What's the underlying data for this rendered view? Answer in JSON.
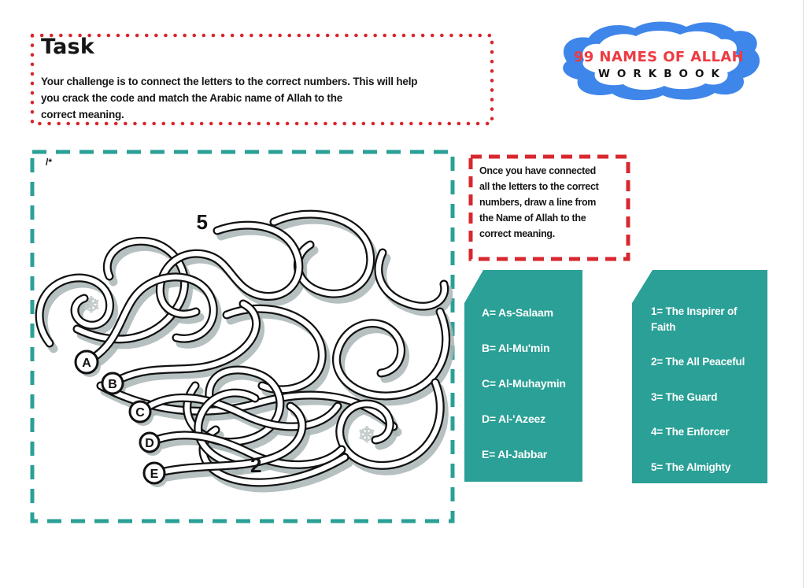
{
  "colors": {
    "teal": "#2aa096",
    "border_red": "#d8272e",
    "logo_red": "#ee3a41",
    "logo_blue": "#3f86ea",
    "ink": "#161616"
  },
  "task_box": {
    "title": "Task",
    "lines": [
      "Your challenge is to connect the letters to the correct numbers. This will help",
      "you crack the code and match the Arabic name of Allah to the",
      "correct meaning."
    ]
  },
  "logo": {
    "title": "99 NAMES OF ALLAH",
    "subtitle": "WORKBOOK"
  },
  "instruction_box": {
    "lines": [
      "Once you have connected",
      "all the letters to the correct",
      "numbers, draw a line from",
      "the Name of Allah to the",
      "correct meaning."
    ]
  },
  "maze": {
    "corner_mark": "/*",
    "top_number": "5",
    "bottom_number": "2",
    "letters": [
      "A",
      "B",
      "C",
      "D",
      "E"
    ],
    "snowflake_icon": "❄"
  },
  "names_panel": {
    "items": [
      "A= As-Salaam",
      "B= Al-Mu'min",
      "C= Al-Muhaymin",
      "D= Al-'Azeez",
      "E= Al-Jabbar"
    ]
  },
  "meanings_panel": {
    "items": [
      "1= The Inspirer of Faith",
      "2= The All Peaceful",
      "3= The Guard",
      "4= The Enforcer",
      "5= The Almighty"
    ]
  }
}
